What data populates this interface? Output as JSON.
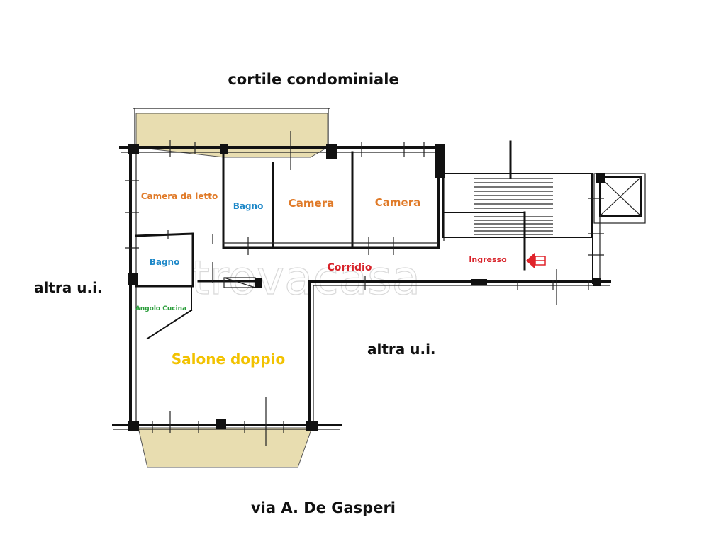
{
  "labels": {
    "top": "cortile condominiale",
    "bottom": "via A. De Gasperi",
    "left": "altra u.i.",
    "right": "altra u.i."
  },
  "rooms": {
    "camera_da_letto": "Camera da letto",
    "bagno_top": "Bagno",
    "camera_1": "Camera",
    "camera_2": "Camera",
    "bagno_left": "Bagno",
    "corridio": "Corridio",
    "ingresso": "Ingresso",
    "angolo_cucina": "Angolo Cucina",
    "salone": "Salone doppio"
  },
  "colors": {
    "bedrooms": "#e07a28",
    "bathrooms": "#1e88c8",
    "corridor": "#d8232a",
    "kitchen": "#2a9d3a",
    "living": "#f2c200",
    "balcony": "#e8ddb0",
    "entry_arrow": "#e0232a"
  },
  "watermark": "trovacasa"
}
